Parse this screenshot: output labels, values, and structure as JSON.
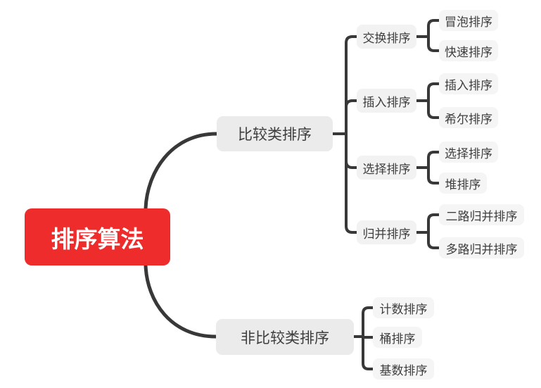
{
  "mindmap": {
    "root": {
      "label": "排序算法"
    },
    "branches": [
      {
        "label": "比较类排序",
        "children": [
          {
            "label": "交换排序",
            "children": [
              {
                "label": "冒泡排序"
              },
              {
                "label": "快速排序"
              }
            ]
          },
          {
            "label": "插入排序",
            "children": [
              {
                "label": "插入排序"
              },
              {
                "label": "希尔排序"
              }
            ]
          },
          {
            "label": "选择排序",
            "children": [
              {
                "label": "选择排序"
              },
              {
                "label": "堆排序"
              }
            ]
          },
          {
            "label": "归并排序",
            "children": [
              {
                "label": "二路归并排序"
              },
              {
                "label": "多路归并排序"
              }
            ]
          }
        ]
      },
      {
        "label": "非比较类排序",
        "children": [
          {
            "label": "计数排序"
          },
          {
            "label": "桶排序"
          },
          {
            "label": "基数排序"
          }
        ]
      }
    ],
    "colors": {
      "root_bg": "#ee2c2c",
      "root_text": "#ffffff",
      "branch_bg": "#ebebeb",
      "leaf_bg": "#f5f5f5",
      "node_text": "#3e3e3e",
      "line": "#383838",
      "canvas_bg": "#ffffff"
    }
  }
}
